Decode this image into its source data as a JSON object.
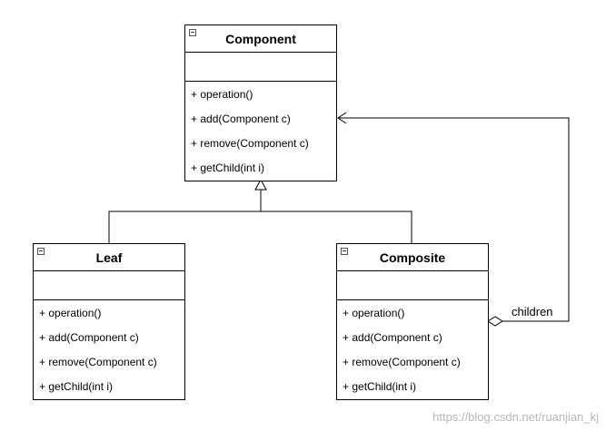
{
  "diagram": {
    "component": {
      "name": "Component",
      "operations": [
        "+ operation()",
        "+ add(Component c)",
        "+ remove(Component c)",
        "+ getChild(int i)"
      ]
    },
    "leaf": {
      "name": "Leaf",
      "operations": [
        "+ operation()",
        "+ add(Component c)",
        "+ remove(Component c)",
        "+ getChild(int i)"
      ]
    },
    "composite": {
      "name": "Composite",
      "operations": [
        "+ operation()",
        "+ add(Component c)",
        "+ remove(Component c)",
        "+ getChild(int i)"
      ]
    },
    "aggregation_label": "children"
  },
  "watermark": "https://blog.csdn.net/ruanjian_kj"
}
